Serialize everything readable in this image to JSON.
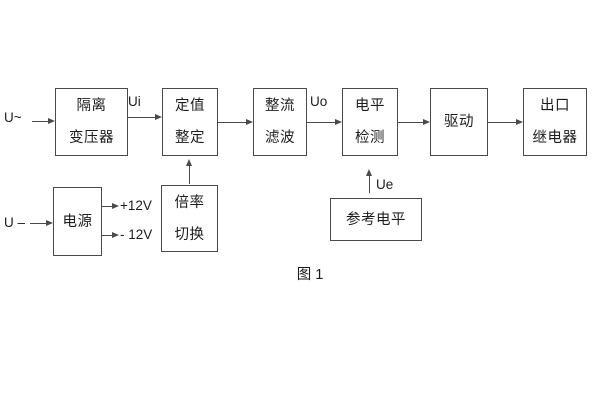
{
  "colors": {
    "line": "#4a4a4a",
    "text": "#1d1d1d",
    "background": "#ffffff"
  },
  "caption": "图 1",
  "labels": {
    "input_ac": "U~",
    "input_dc": "U –",
    "ui": "Ui",
    "uo": "Uo",
    "ue": "Ue",
    "plus_12v": "+12V",
    "minus_12v": "- 12V"
  },
  "blocks": {
    "isolation_transformer": {
      "line1": "隔离",
      "line2": "变压器"
    },
    "setting_adjust": {
      "line1": "定值",
      "line2": "整定"
    },
    "rectify_filter": {
      "line1": "整流",
      "line2": "滤波"
    },
    "level_detect": {
      "line1": "电平",
      "line2": "检测"
    },
    "driver": {
      "label": "驱动"
    },
    "output_relay": {
      "line1": "出口",
      "line2": "继电器"
    },
    "power_supply": {
      "label": "电源"
    },
    "ratio_switch": {
      "line1": "倍率",
      "line2": "切换"
    },
    "reference_level": {
      "label": "参考电平"
    }
  }
}
